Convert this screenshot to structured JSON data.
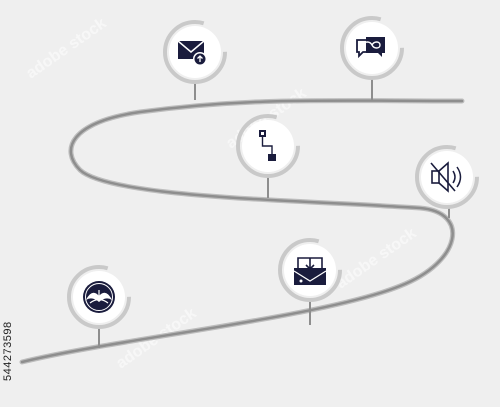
{
  "background": "#efefef",
  "path_color": "#8e8e8e",
  "ring_color": "#c9c9c9",
  "circle_color": "#ffffff",
  "icon_color": "#1a1c3d",
  "stock_id": "544273598",
  "watermark_text": "adobe stock",
  "milestones": [
    {
      "id": "email-upload",
      "icon": "email-upload-icon"
    },
    {
      "id": "chat-infinity",
      "icon": "chat-infinity-icon"
    },
    {
      "id": "flowchart",
      "icon": "flowchart-icon"
    },
    {
      "id": "speaker-muted",
      "icon": "speaker-muted-icon"
    },
    {
      "id": "inbox-download",
      "icon": "inbox-download-icon"
    },
    {
      "id": "leaf-emblem",
      "icon": "leaf-emblem-icon"
    }
  ]
}
